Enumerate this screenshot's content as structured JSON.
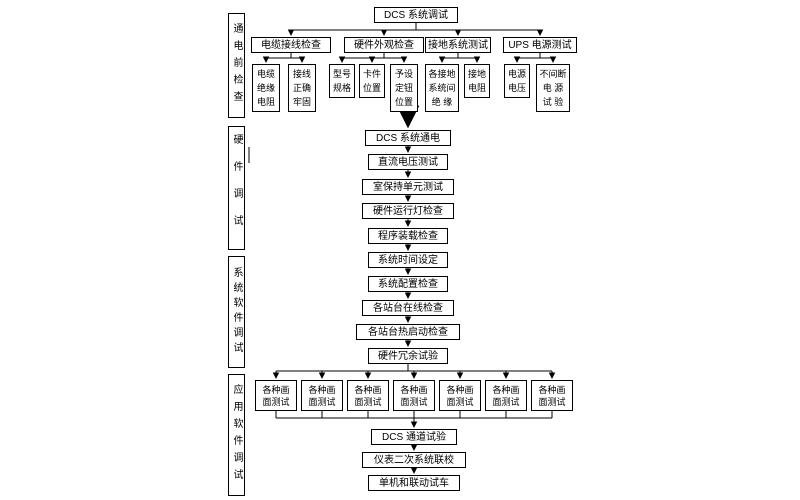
{
  "diagram": {
    "root": "DCS 系统调试",
    "phases": [
      "通电前检查",
      "硬件调试",
      "系统软件调试",
      "应用软件调试"
    ],
    "groups": [
      "电缆接线检查",
      "硬件外观检查",
      "接地系统测试",
      "UPS 电源测试"
    ],
    "subitems": [
      "电缆\n绝缘\n电阻",
      "接线\n正确\n牢固",
      "型号\n规格",
      "卡件\n位置",
      "予设\n定钮\n位置",
      "各接地\n系统间\n绝 缘",
      "接地\n电阻",
      "电源\n电压",
      "不间断\n电 源\n试 验"
    ],
    "steps": [
      "DCS 系统通电",
      "直流电压测试",
      "室保持单元测试",
      "硬件运行灯检查",
      "程序装载检查",
      "系统时间设定",
      "系统配置检查",
      "各站台在线检查",
      "各站台热启动检查",
      "硬件冗余试验"
    ],
    "screen_tests": [
      "各种画\n面测试",
      "各种画\n面测试",
      "各种画\n面测试",
      "各种画\n面测试",
      "各种画\n面测试",
      "各种画\n面测试",
      "各种画\n面测试"
    ],
    "finals": [
      "DCS 通道试验",
      "仪表二次系统联校",
      "单机和联动试车"
    ]
  }
}
